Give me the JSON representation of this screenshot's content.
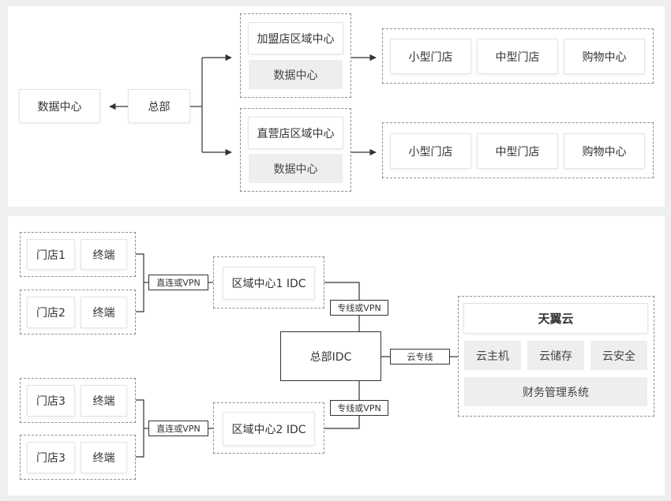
{
  "top": {
    "datacenter_left": "数据中心",
    "hq": "总部",
    "franchise": {
      "title": "加盟店区域中心",
      "sub": "数据中心",
      "stores": [
        "小型门店",
        "中型门店",
        "购物中心"
      ]
    },
    "direct": {
      "title": "直营店区域中心",
      "sub": "数据中心",
      "stores": [
        "小型门店",
        "中型门店",
        "购物中心"
      ]
    }
  },
  "bottom": {
    "groups": [
      {
        "store": "门店1",
        "terminal": "终端"
      },
      {
        "store": "门店2",
        "terminal": "终端"
      },
      {
        "store": "门店3",
        "terminal": "终端"
      },
      {
        "store": "门店3",
        "terminal": "终端"
      }
    ],
    "link_direct": "直连或VPN",
    "region1": "区域中心1 IDC",
    "region2": "区域中心2 IDC",
    "link_private": "专线或VPN",
    "hq_idc": "总部IDC",
    "cloud_link": "云专线",
    "cloud": {
      "title": "天翼云",
      "services": [
        "云主机",
        "云储存",
        "云安全"
      ],
      "finance": "财务管理系统"
    }
  }
}
